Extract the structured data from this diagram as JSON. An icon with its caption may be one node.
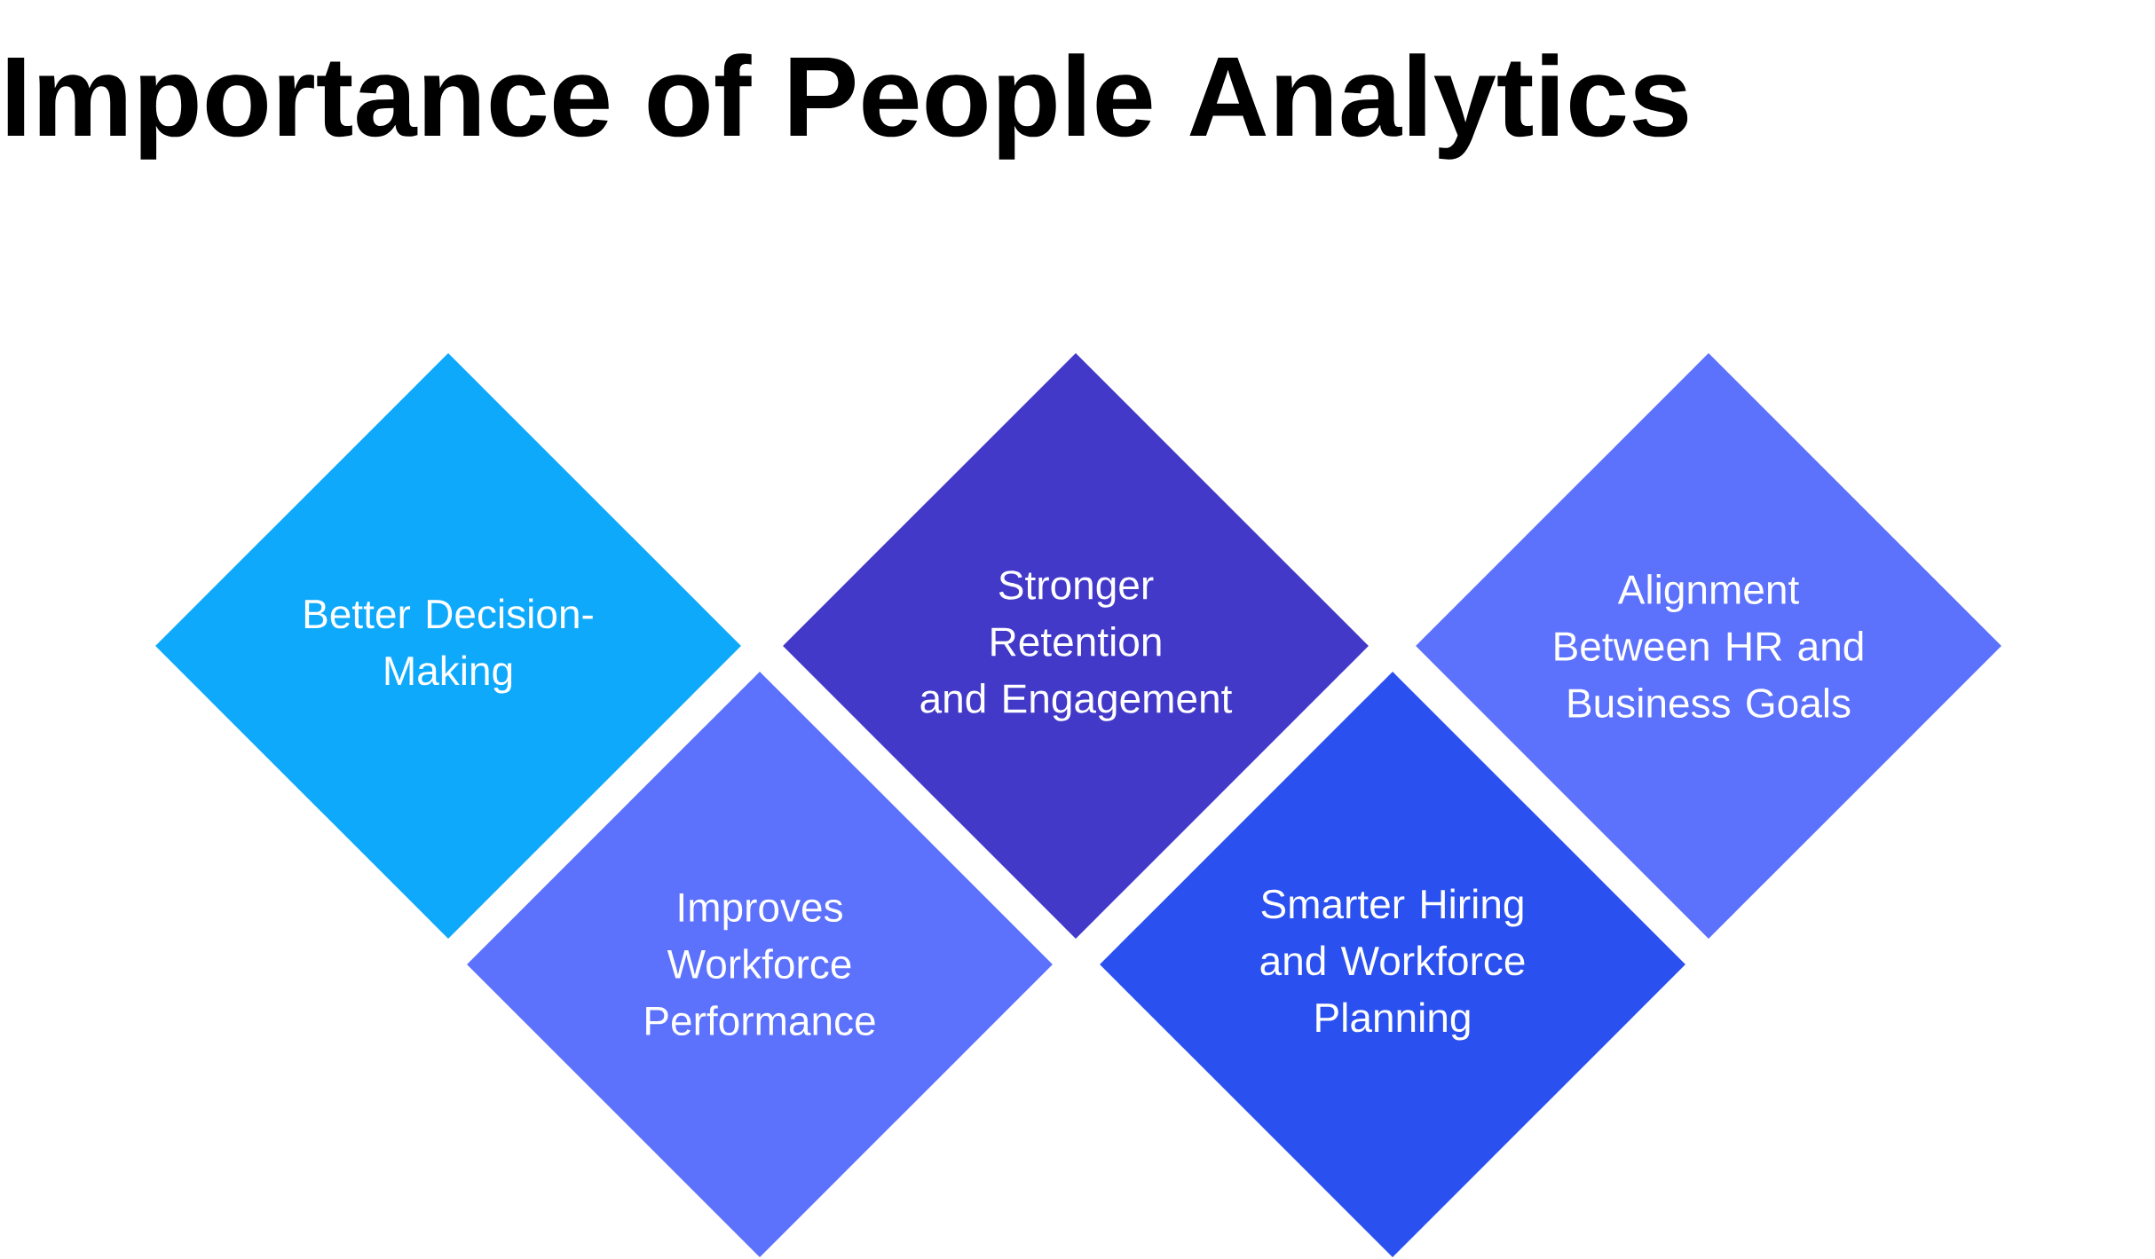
{
  "diagram": {
    "title": "Importance of People Analytics",
    "nodes": [
      {
        "text": [
          "Better Decision-Making"
        ]
      },
      {
        "text": [
          "Improves Workforce Performance"
        ]
      },
      {
        "text": [
          "Stronger Retention and Engagement"
        ]
      },
      {
        "text": [
          "Smarter Hiring and Workforce Planning"
        ]
      },
      {
        "text": [
          "Alignment Between HR and Business Goals"
        ]
      }
    ]
  }
}
